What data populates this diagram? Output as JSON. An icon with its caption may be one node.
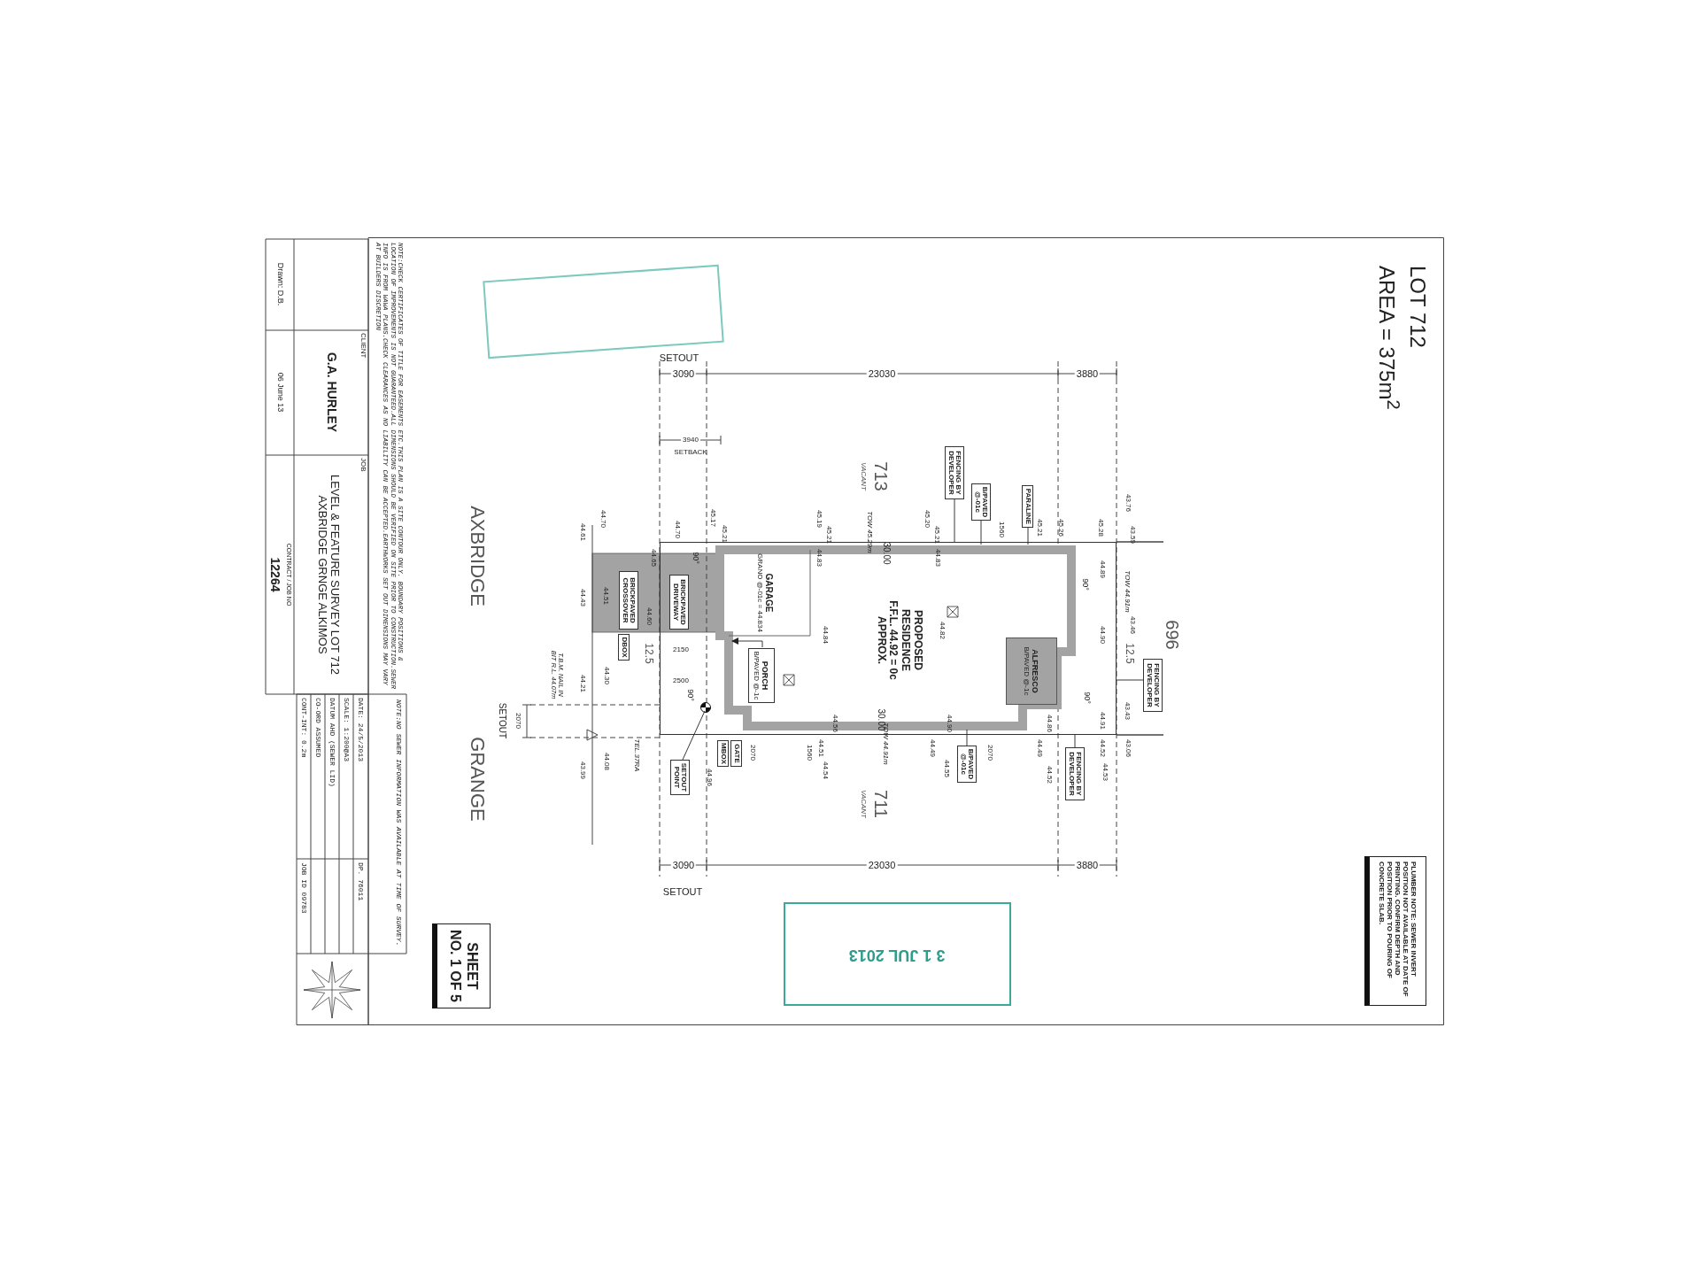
{
  "diagram": {
    "nodes": [
      {
        "text": [],
        "shape": "box"
      },
      {
        "text": [
          "PROPOSED RESIDENCE F.F.L. 44.92 = 0c APPROX."
        ],
        "in": 0
      },
      {
        "text": [
          "GARAGE",
          "GRANO @-01c = 44.834"
        ],
        "in": 1
      },
      {
        "text": [
          "ALFRESCO",
          "B/PAVED @-1c"
        ],
        "in": 1
      },
      {
        "text": [
          "PORCH",
          "B/PAVED @-1c"
        ],
        "in": 1
      },
      {
        "text": [
          "BRICKPAVED DRIVEWAY"
        ],
        "in": 0
      },
      {
        "text": [
          "BRICKPAVED CROSSOVER"
        ]
      },
      {
        "text": [
          "FENCING BY DEVELOPER"
        ]
      },
      {
        "text": [
          "B/PAVED @-01c"
        ]
      },
      {
        "text": [
          "PARALINE"
        ]
      },
      {
        "text": [
          "FENCING BY DEVELOPER"
        ]
      },
      {
        "text": [
          "FENCING BY DEVELOPER"
        ]
      },
      {
        "text": [
          "B/PAVED @-01c"
        ]
      },
      {
        "text": [
          "DBOX"
        ]
      },
      {
        "text": [
          "MBOX"
        ]
      },
      {
        "text": [
          "GATE"
        ]
      },
      {
        "text": [
          "SETOUT POINT"
        ]
      },
      {
        "text": [
          "SHEET NO. 1 OF 5"
        ]
      },
      {
        "text": [
          "PLUMBER NOTE: SEWER INVERT POSITION NOT AVAILABLE AT DATE OF PRINTING. CONFIRM DEPTH AND POSITION PRIOR TO POURING OF CONCRETE SLAB."
        ]
      },
      {
        "text": [
          "3 1 JUL 2013"
        ]
      },
      {
        "text": [],
        "shape": "box"
      },
      {
        "text": [],
        "shape": "circle",
        "in": 0
      }
    ],
    "edges": [
      {
        "from": 4,
        "to": 1,
        "arrow": "to"
      },
      {
        "from": 7,
        "to": 0,
        "arrow": "none"
      },
      {
        "from": 8,
        "to": 1,
        "arrow": "none"
      },
      {
        "from": 9,
        "to": 1,
        "arrow": "none"
      },
      {
        "from": 10,
        "to": 0,
        "arrow": "none"
      },
      {
        "from": 11,
        "to": 0,
        "arrow": "none"
      },
      {
        "from": 12,
        "to": 1,
        "arrow": "none"
      },
      {
        "from": 16,
        "to": 21,
        "arrow": "none"
      }
    ],
    "labels": [
      "LOT 712",
      "AREA = 375m$^{2}$",
      "SETOUT",
      "3090",
      "23030",
      "3880",
      "3940",
      "SETBACK",
      "VACANT",
      "713",
      "TOW 45.29m",
      "30.00",
      "12.5",
      "12.5",
      "TOW 44.91m",
      "696",
      "90°",
      "90°",
      "90°",
      "90°",
      "2150",
      "2500",
      "1560",
      "30.00",
      "TOW 44.91m",
      "2070",
      "1560",
      "2070",
      "VACANT",
      "711",
      "3090",
      "23030",
      "3880",
      "SETOUT",
      "AXBRIDGE",
      "GRANGE",
      "2070",
      "SETOUT",
      "T.B.M. NAIL IN BIT R.L. 44.07m",
      "TEL.37RA",
      "44.61",
      "44.70",
      "44.70",
      "45.17",
      "45.21",
      "45.19",
      "45.21",
      "45.20",
      "45.21",
      "45.21",
      "45.26",
      "45.28",
      "43.76",
      "43.59",
      "44.65",
      "44.89",
      "44.90",
      "43.46",
      "44.83",
      "44.83",
      "44.84",
      "44.82",
      "44.43",
      "44.51",
      "44.60",
      "44.21",
      "44.30",
      "43.99",
      "44.08",
      "44.96",
      "44.56",
      "44.51",
      "44.54",
      "44.90",
      "44.49",
      "44.55",
      "44.86",
      "44.49",
      "44.52",
      "44.91",
      "44.52",
      "44.53",
      "43.43",
      "43.06",
      "NOTE:CHECK CERTIFICATES OF TITLE FOR EASEMENTS ETC.THIS PLAN IS A SITE CONTOUR ONLY. BOUNDARY POSITIONS & LOCATION OF IMPROVEMENTS IS NOT GUARANTEED.ALL DIMENSIONS SHOULD BE VERIFIED ON SITE PRIOR TO CONSTRUCTION.SEWER INFO IS FROM WAWA PLANS.CHECK CLEARANCES AS NO LIABILITY CAN BE ACCEPTED.EARTHWORKS SET OUT DIMENSIONS MAY VARY AT BUILDERS DISCRETION",
      "CLIENT",
      "G.A. HURLEY",
      "JOB",
      "LEVEL & FEATURE SURVEY LOT 712 AXBRIDGE GRNGE ALKIMOS",
      "Drawn: D.B.",
      "06 June 13",
      "CONTRACT / JOB NO",
      "12264",
      "NOTE:NO SEWER INFORMATION WAS AVAILABLE AT TIME OF SURVEY.",
      "DATE: 24/5/2013",
      "DP. 76011",
      "SCALE: 1:200@A3",
      "DATUM AHD (SEWER LID)",
      "CONT-INT: 0.2m",
      "CO-ORD ASSUMED",
      "JOB ID 09783"
    ]
  }
}
